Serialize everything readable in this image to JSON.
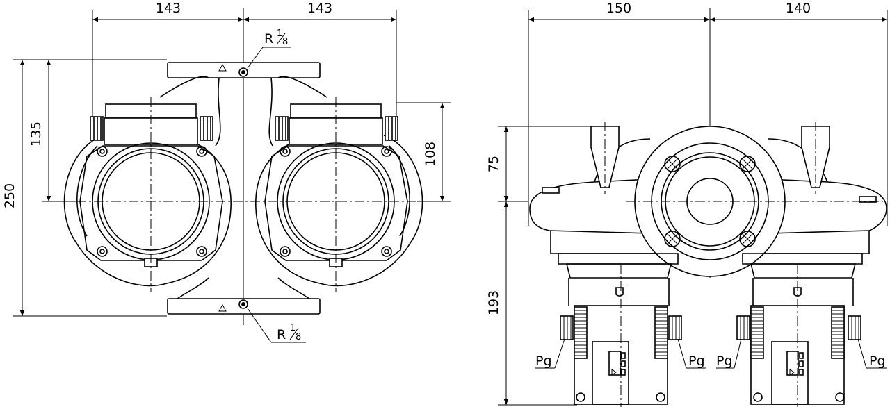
{
  "left_view": {
    "dims": {
      "top_left_width": "143",
      "top_right_width": "143",
      "left_upper_height": "135",
      "overall_height": "250",
      "right_height": "108"
    },
    "thread_top": {
      "prefix": "R",
      "num": "1",
      "den": "8"
    },
    "thread_bottom": {
      "prefix": "R",
      "num": "1",
      "den": "8"
    }
  },
  "right_view": {
    "dims": {
      "left_width": "150",
      "right_width": "140",
      "upper_height": "75",
      "lower_height": "193"
    },
    "gland_labels": [
      "Pg",
      "Pg",
      "Pg",
      "Pg"
    ]
  }
}
